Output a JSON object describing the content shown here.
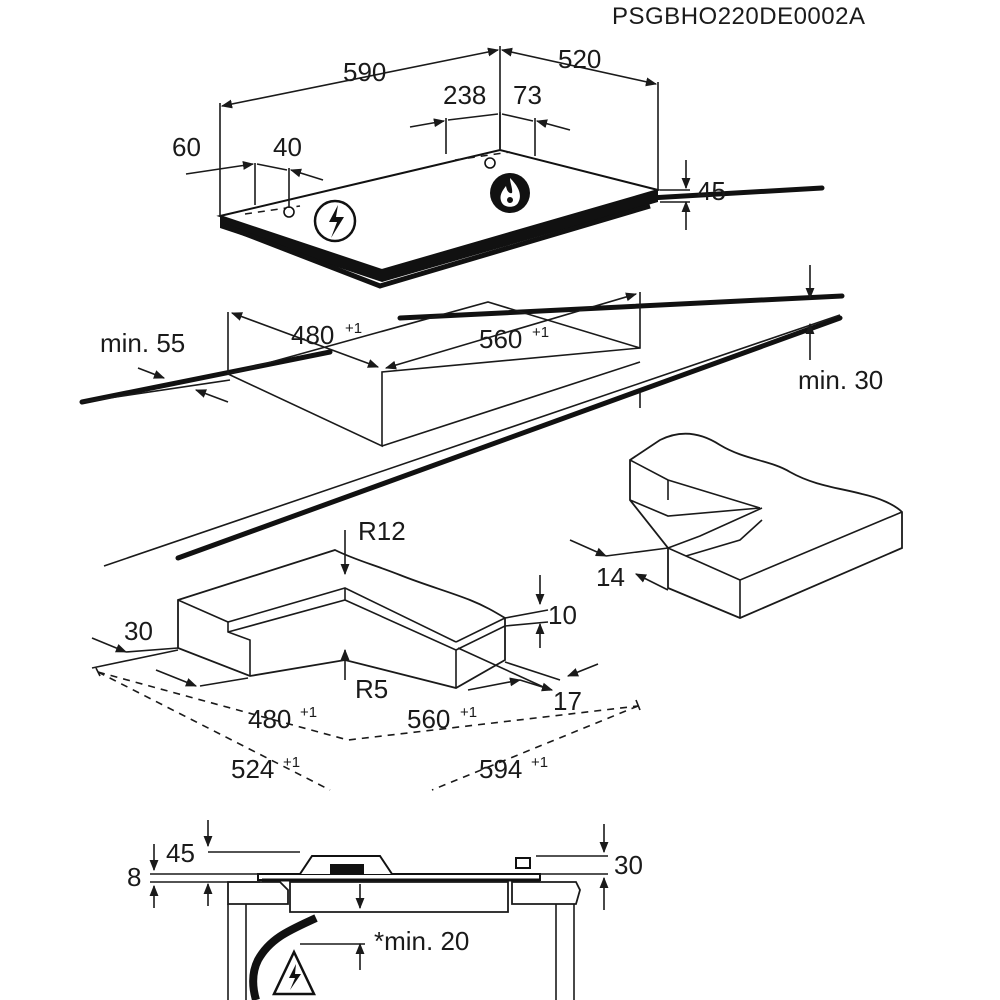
{
  "doc_code": "PSGBHO220DE0002A",
  "top_view": {
    "width": "590",
    "depth": "520",
    "dim_238": "238",
    "dim_73": "73",
    "dim_60": "60",
    "dim_40": "40",
    "height": "45"
  },
  "cutout": {
    "min_front": "min. 55",
    "depth": "480",
    "depth_tol": "+1",
    "width": "560",
    "width_tol": "+1",
    "min_wall": "min. 30"
  },
  "frame_detail": {
    "r_outer": "R12",
    "r_inner": "R5",
    "dim_30": "30",
    "dim_10": "10",
    "dim_17": "17",
    "dim_14": "14",
    "inner_depth": "480",
    "inner_depth_tol": "+1",
    "inner_width": "560",
    "inner_width_tol": "+1",
    "outer_depth": "524",
    "outer_depth_tol": "+1",
    "outer_width": "594",
    "outer_width_tol": "+1"
  },
  "section": {
    "dim_45": "45",
    "dim_8": "8",
    "dim_30": "30",
    "min_below": "*min. 20"
  },
  "icons": [
    "electric-warning-icon",
    "gas-flame-icon",
    "electric-hazard-triangle-icon"
  ]
}
